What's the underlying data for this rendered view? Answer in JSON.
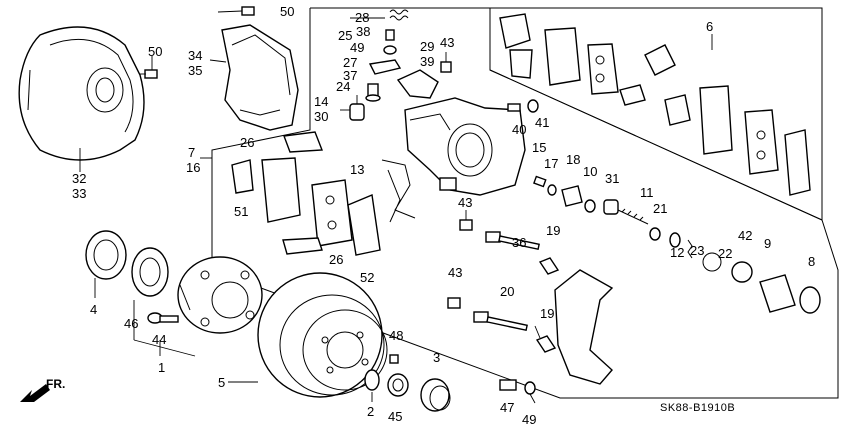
{
  "diagram_code": "SK88-B1910B",
  "direction_label": "FR.",
  "callouts": {
    "n1": "1",
    "n2": "2",
    "n3": "3",
    "n4": "4",
    "n5": "5",
    "n6": "6",
    "n7": "7",
    "n8": "8",
    "n9": "9",
    "n10": "10",
    "n11": "11",
    "n12": "12",
    "n13": "13",
    "n14": "14",
    "n15": "15",
    "n16": "16",
    "n17": "17",
    "n18": "18",
    "n19a": "19",
    "n19b": "19",
    "n20": "20",
    "n21": "21",
    "n22": "22",
    "n23": "23",
    "n24": "24",
    "n25": "25",
    "n26a": "26",
    "n26b": "26",
    "n27": "27",
    "n28": "28",
    "n29": "29",
    "n30": "30",
    "n31": "31",
    "n32": "32",
    "n33": "33",
    "n34": "34",
    "n35": "35",
    "n36": "36",
    "n37": "37",
    "n38": "38",
    "n39": "39",
    "n40": "40",
    "n41": "41",
    "n42": "42",
    "n43a": "43",
    "n43b": "43",
    "n43c": "43",
    "n44": "44",
    "n45": "45",
    "n46": "46",
    "n47": "47",
    "n48": "48",
    "n49a": "49",
    "n49b": "49",
    "n50a": "50",
    "n50b": "50",
    "n51": "51",
    "n52": "52"
  }
}
